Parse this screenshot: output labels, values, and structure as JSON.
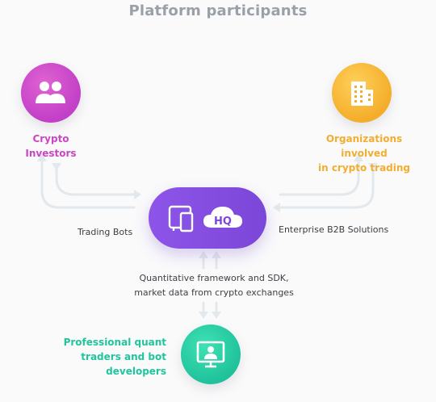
{
  "title": "Platform participants",
  "participants": {
    "investors": {
      "label_line1": "Crypto",
      "label_line2": "Investors",
      "icon": "users-icon",
      "color": "#c94ac8"
    },
    "organizations": {
      "label_line1": "Organizations involved",
      "label_line2": "in crypto trading",
      "icon": "building-icon",
      "color": "#f6b133"
    },
    "quant": {
      "label_line1": "Professional quant",
      "label_line2": "traders and bot",
      "label_line3": "developers",
      "icon": "monitor-user-icon",
      "color": "#22c9a0"
    }
  },
  "hub": {
    "icons": [
      "devices-icon",
      "hq-cloud-logo"
    ],
    "logo_text": "HQ",
    "color": "#8a51e6"
  },
  "flows": {
    "trading_bots": "Trading Bots",
    "b2b": "Enterprise B2B Solutions",
    "quant_line1": "Quantitative framework and SDK,",
    "quant_line2": "market data from crypto exchanges"
  }
}
